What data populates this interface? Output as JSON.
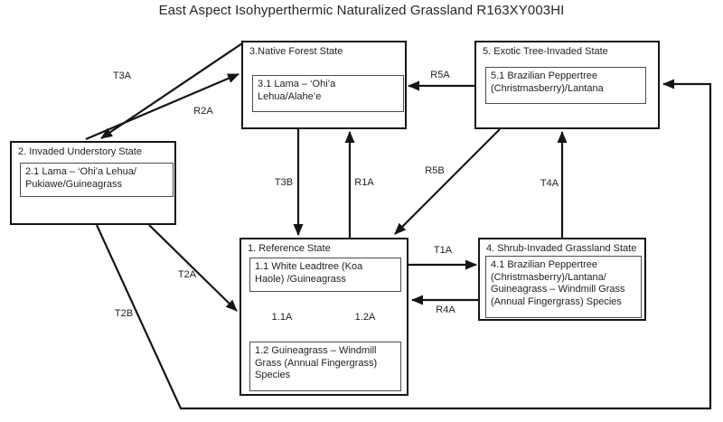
{
  "title": "East Aspect Isohyperthermic Naturalized Grassland R163XY003HI",
  "states": {
    "s1": {
      "name": "1. Reference State",
      "communities": {
        "c11": "1.1 White Leadtree (Koa\nHaole) /Guineagrass",
        "c12": "1.2 Guineagrass – Windmill\nGrass (Annual Fingergrass)\nSpecies"
      }
    },
    "s2": {
      "name": "2. Invaded Understory State",
      "communities": {
        "c21": "2.1 Lama – ‘Ohi’a Lehua/\nPukiawe/Guineagrass"
      }
    },
    "s3": {
      "name": "3.Native Forest State",
      "communities": {
        "c31": "3.1 Lama – ‘Ohi’a\nLehua/Alahe’e"
      }
    },
    "s4": {
      "name": "4. Shrub-Invaded Grassland State",
      "communities": {
        "c41": "4.1 Brazilian Peppertree\n(Christmasberry)/Lantana/\nGuineagrass – Windmill Grass\n(Annual Fingergrass) Species"
      }
    },
    "s5": {
      "name": "5. Exotic Tree-Invaded State",
      "communities": {
        "c51": "5.1 Brazilian Peppertree\n(Christmasberry)/Lantana"
      }
    }
  },
  "pathways": {
    "T3A": {
      "label": "T3A",
      "from": "3",
      "to": "2"
    },
    "R2A": {
      "label": "R2A",
      "from": "2",
      "to": "3"
    },
    "R5A": {
      "label": "R5A",
      "from": "5",
      "to": "3"
    },
    "T3B": {
      "label": "T3B",
      "from": "3",
      "to": "1"
    },
    "R1A": {
      "label": "R1A",
      "from": "1",
      "to": "3"
    },
    "R5B": {
      "label": "R5B",
      "from": "5",
      "to": "1"
    },
    "T4A": {
      "label": "T4A",
      "from": "4",
      "to": "5"
    },
    "T1A": {
      "label": "T1A",
      "from": "1",
      "to": "4"
    },
    "R4A": {
      "label": "R4A",
      "from": "4",
      "to": "1"
    },
    "T2A": {
      "label": "T2A",
      "from": "2",
      "to": "1"
    },
    "T2B": {
      "label": "T2B",
      "from": "2",
      "to": "5"
    },
    "P11A": {
      "label": "1.1A",
      "from": "1.1",
      "to": "1.2"
    },
    "P12A": {
      "label": "1.2A",
      "from": "1.2",
      "to": "1.1"
    }
  },
  "colors": {
    "line": "#151515",
    "text": "#1f1f1f",
    "background": "#ffffff"
  }
}
